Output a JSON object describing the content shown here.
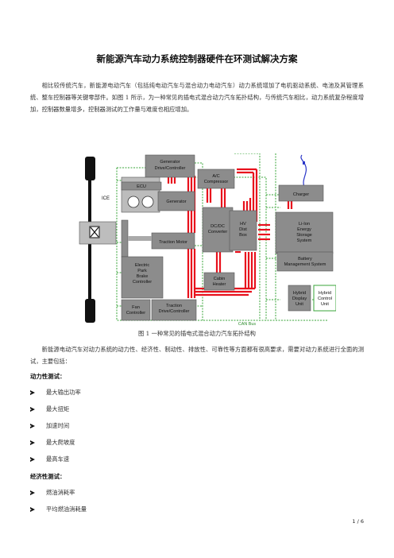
{
  "document": {
    "title": "新能源汽车动力系统控制器硬件在环测试解决方案",
    "intro": "相比较传统汽车，新能源电动汽车（包括纯电动汽车与混合动力电动汽车）动力系统增加了电机驱动系统、电池及其管理系统、整车控制器等关键零部件。如图 1 所示，为一种常见的插电式混合动力汽车拓扑结构，与传统汽车相比，动力系统复杂程度增加，控制器数量增多，控制器测试的工作量与难度也相应增加。",
    "figure_caption": "图 1 一种常见的插电式混合动力汽车拓扑结构",
    "para2": "新能源电动汽车对动力系统的动力性、经济性、制动性、排放性、可靠性等方面都有很高要求，需要对动力系统进行全面的测试，主要包括：",
    "sections": [
      {
        "heading": "动力性测试：",
        "items": [
          "最大输出功率",
          "最大扭矩",
          "加速时间",
          "最大爬坡度",
          "最高车速"
        ]
      },
      {
        "heading": "经济性测试：",
        "items": [
          "燃油消耗率",
          "平均燃油消耗量"
        ]
      }
    ],
    "page_number": "1 / 6"
  },
  "figure": {
    "labels": {
      "gen_ctrl_1": "Generator",
      "gen_ctrl_2": "Drive/Controller",
      "ac_1": "A/C",
      "ac_2": "Compressor",
      "ecu": "ECU",
      "ice": "ICE",
      "generator": "Generator",
      "traction_motor": "Traction Motor",
      "dcdc_1": "DC/DC",
      "dcdc_2": "Converter",
      "hv_1": "HV",
      "hv_2": "Dist",
      "hv_3": "Box",
      "charger": "Charger",
      "li_1": "Li-Ion",
      "li_2": "Energy",
      "li_3": "Storage",
      "li_4": "System",
      "bms_1": "Battery",
      "bms_2": "Management System",
      "epb_1": "Electric",
      "epb_2": "Park",
      "epb_3": "Brake",
      "epb_4": "Controller",
      "cabin_1": "Cabin",
      "cabin_2": "Heater",
      "fan_1": "Fan",
      "fan_2": "Controller",
      "tdc_1": "Traction",
      "tdc_2": "Drive/Controller",
      "hdu_1": "Hybrid",
      "hdu_2": "Display",
      "hdu_3": "Unit",
      "hcu_1": "Hybrid",
      "hcu_2": "Control",
      "hcu_3": "Unit",
      "canbus": "CAN Bus"
    },
    "colors": {
      "box": "#8c8c8c",
      "hv_line": "#e8101c",
      "can_line": "#3aa63a",
      "plug": "#2a36c8"
    }
  }
}
